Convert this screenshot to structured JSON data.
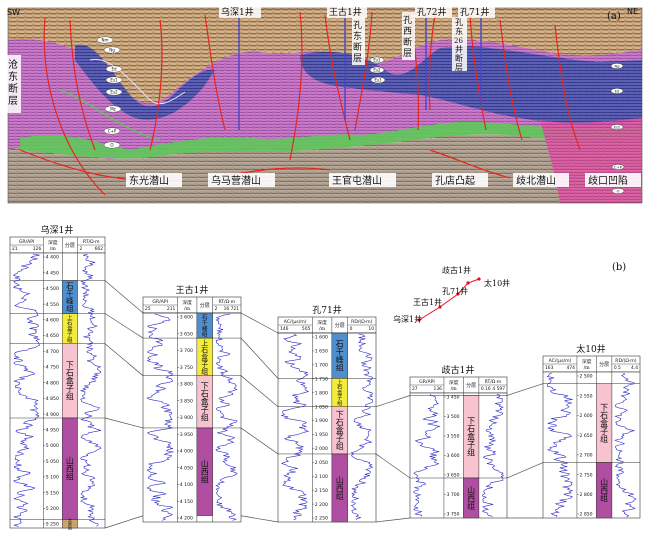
{
  "panel_a": {
    "label": "(a)",
    "sw": "SW",
    "ne": "NE",
    "well_labels": [
      "乌深1井",
      "王古1井",
      "孔72井",
      "孔71井"
    ],
    "fault_labels": [
      {
        "lines": [
          "沧",
          "东",
          "断",
          "层"
        ]
      },
      {
        "lines": [
          "孔",
          "东",
          "断",
          "层"
        ]
      },
      {
        "lines": [
          "孔",
          "西",
          "断",
          "层"
        ]
      },
      {
        "lines": [
          "孔",
          "东",
          "26",
          "井",
          "断",
          "层"
        ]
      }
    ],
    "horizon_tags": [
      "Nm",
      "Ng",
      "Ed",
      "Es1",
      "Es2",
      "Es3",
      "Mz",
      "C+P",
      "O"
    ],
    "structure_labels": [
      "东光潜山",
      "乌马营潜山",
      "王官屯潜山",
      "孔店凸起",
      "歧北潜山",
      "歧口凹陷"
    ]
  },
  "panel_b": {
    "label": "(b)",
    "unit_names": {
      "sqf": "石千峰组",
      "ss": "上石盒子组",
      "xs": "下石盒子组",
      "sx": "山西组",
      "ty": "太原组"
    },
    "colors": {
      "sqf": "#4f8fd0",
      "ss": "#f3ec3c",
      "xs": "#f7c3cf",
      "sx": "#b04ea1",
      "ty": "#c9a56b",
      "curve": "#2a2ac8"
    },
    "map": {
      "wells": [
        "乌深1井",
        "王古1井",
        "孔71井",
        "歧古1井",
        "太10井"
      ],
      "line_color": "#e0101e"
    },
    "wells": [
      {
        "name": "乌深1井",
        "h1": "GR/API",
        "h1a": "21",
        "h1b": "126",
        "h2": "深度/m",
        "h3": "分层",
        "h4": "RT/Ω·m",
        "h4a": "2",
        "h4b": "662",
        "depth_ticks": [
          "4 400",
          "4 450",
          "4 500",
          "4 550",
          "4 600",
          "4 650",
          "4 700",
          "4 750",
          "4 800",
          "4 850",
          "4 900",
          "4 950",
          "5 000",
          "5 050",
          "5 100",
          "5 150",
          "5 200",
          "5 250"
        ],
        "layers": [
          {
            "unit": "sqf",
            "text": "石千峰组",
            "from": 0.1,
            "to": 0.22
          },
          {
            "unit": "ss",
            "text": "上石盒子组",
            "from": 0.22,
            "to": 0.33
          },
          {
            "unit": "xs",
            "text": "下石盒子组",
            "from": 0.33,
            "to": 0.6
          },
          {
            "unit": "sx",
            "text": "山西组",
            "from": 0.6,
            "to": 0.97
          },
          {
            "unit": "ty",
            "text": "太原组",
            "from": 0.97,
            "to": 1.0
          }
        ]
      },
      {
        "name": "王古1井",
        "h1": "GR/API",
        "h1a": "25",
        "h1b": "211",
        "h2": "深度/m",
        "h3": "分层",
        "h4": "RT/Ω·m",
        "h4a": "2",
        "h4b": "16 721",
        "depth_ticks": [
          "3 600",
          "3 650",
          "3 700",
          "3 750",
          "3 800",
          "3 850",
          "3 900",
          "3 950",
          "4 000",
          "4 050",
          "4 100",
          "4 150",
          "4 200"
        ],
        "layers": [
          {
            "unit": "sqf",
            "text": "石千峰组",
            "from": 0.0,
            "to": 0.12
          },
          {
            "unit": "ss",
            "text": "上石盒子组",
            "from": 0.12,
            "to": 0.3
          },
          {
            "unit": "xs",
            "text": "下石盒子组",
            "from": 0.3,
            "to": 0.55
          },
          {
            "unit": "sx",
            "text": "山西组",
            "from": 0.55,
            "to": 0.97
          }
        ]
      },
      {
        "name": "孔71井",
        "h1": "AC/(μs/m)",
        "h1a": "146",
        "h1b": "505",
        "h2": "深度/m",
        "h3": "分层",
        "h4": "RD/(Ω·m)",
        "h4a": "0",
        "h4b": "10",
        "depth_ticks": [
          "1 600",
          "1 650",
          "1 700",
          "1 750",
          "1 800",
          "1 850",
          "1 900",
          "1 950",
          "2 000",
          "2 050",
          "2 100",
          "2 150",
          "2 200",
          "2 250"
        ],
        "layers": [
          {
            "unit": "sqf",
            "text": "石千峰组",
            "from": 0.0,
            "to": 0.24
          },
          {
            "unit": "ss",
            "text": "上石盒子组",
            "from": 0.24,
            "to": 0.39
          },
          {
            "unit": "xs",
            "text": "下石盒子组",
            "from": 0.39,
            "to": 0.64
          },
          {
            "unit": "sx",
            "text": "山西组",
            "from": 0.64,
            "to": 1.0
          }
        ]
      },
      {
        "name": "歧古1井",
        "h1": "GR/API",
        "h1a": "27",
        "h1b": "136",
        "h2": "深度/m",
        "h3": "分层",
        "h4": "RT/Ω·m",
        "h4a": "0.16",
        "h4b": "4 597",
        "depth_ticks": [
          "3 450",
          "3 500",
          "3 550",
          "3 600",
          "3 650",
          "3 700",
          "3 750"
        ],
        "layers": [
          {
            "unit": "xs",
            "text": "下石盒子组",
            "from": 0.02,
            "to": 0.68
          },
          {
            "unit": "sx",
            "text": "山西组",
            "from": 0.68,
            "to": 1.0
          }
        ]
      },
      {
        "name": "太10井",
        "h1": "AC/(μs/m)",
        "h1a": "163",
        "h1b": "474",
        "h2": "深度/m",
        "h3": "分层",
        "h4": "RD/(Ω·m)",
        "h4a": "0.5",
        "h4b": "4.4",
        "depth_ticks": [
          "2 500",
          "2 550",
          "2 600",
          "2 650",
          "2 700",
          "2 750",
          "2 800",
          "2 850"
        ],
        "layers": [
          {
            "unit": "xs",
            "text": "下石盒子组",
            "from": 0.08,
            "to": 0.62
          },
          {
            "unit": "sx",
            "text": "山西组",
            "from": 0.62,
            "to": 1.0
          }
        ]
      }
    ]
  }
}
